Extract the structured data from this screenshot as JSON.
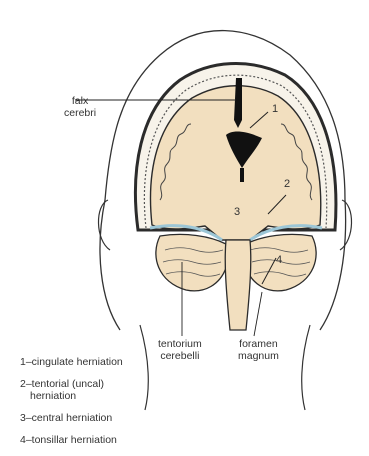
{
  "labels": {
    "falx": [
      "falx",
      "cerebri"
    ],
    "tentorium": [
      "tentorium",
      "cerebelli"
    ],
    "foramen": [
      "foramen",
      "magnum"
    ]
  },
  "markers": [
    "1",
    "2",
    "3",
    "4"
  ],
  "legend": [
    {
      "line1": "1–cingulate herniation",
      "line2": ""
    },
    {
      "line1": "2–tentorial (uncal)",
      "line2": "herniation"
    },
    {
      "line1": "3–central herniation",
      "line2": ""
    },
    {
      "line1": "4–tonsillar herniation",
      "line2": ""
    }
  ],
  "colors": {
    "brain": "#f2dfbf",
    "outline": "#2b2b2b",
    "skull_inner": "#d9ecf2",
    "dark": "#111111"
  }
}
